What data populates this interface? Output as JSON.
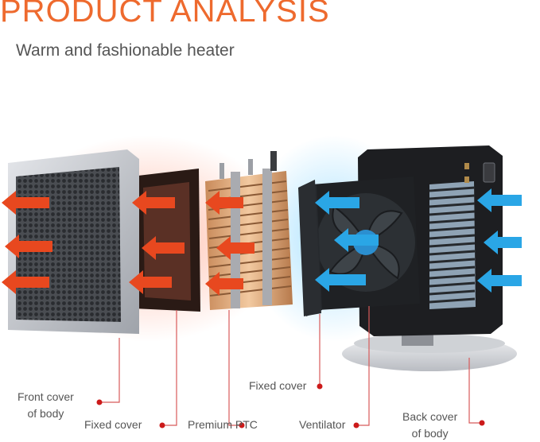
{
  "header": {
    "title": "PRODUCT ANALYSIS",
    "subtitle": "Warm and fashionable heater"
  },
  "callouts": [
    {
      "id": "front-cover",
      "lines": [
        "Front cover",
        "of body"
      ]
    },
    {
      "id": "fixed-cover-front",
      "lines": [
        "Fixed cover"
      ]
    },
    {
      "id": "premium-ptc",
      "lines": [
        "Premium PTC"
      ]
    },
    {
      "id": "fixed-cover-rear",
      "lines": [
        "Fixed cover"
      ]
    },
    {
      "id": "ventilator",
      "lines": [
        "Ventilator"
      ]
    },
    {
      "id": "back-cover",
      "lines": [
        "Back cover",
        "of body"
      ]
    }
  ],
  "colors": {
    "accent": "#ee6a2e",
    "warm_arrow": "#e8481f",
    "cool_arrow": "#2aa6e6",
    "callout_dot": "#cc1a1a",
    "callout_line": "#d85a5a"
  }
}
